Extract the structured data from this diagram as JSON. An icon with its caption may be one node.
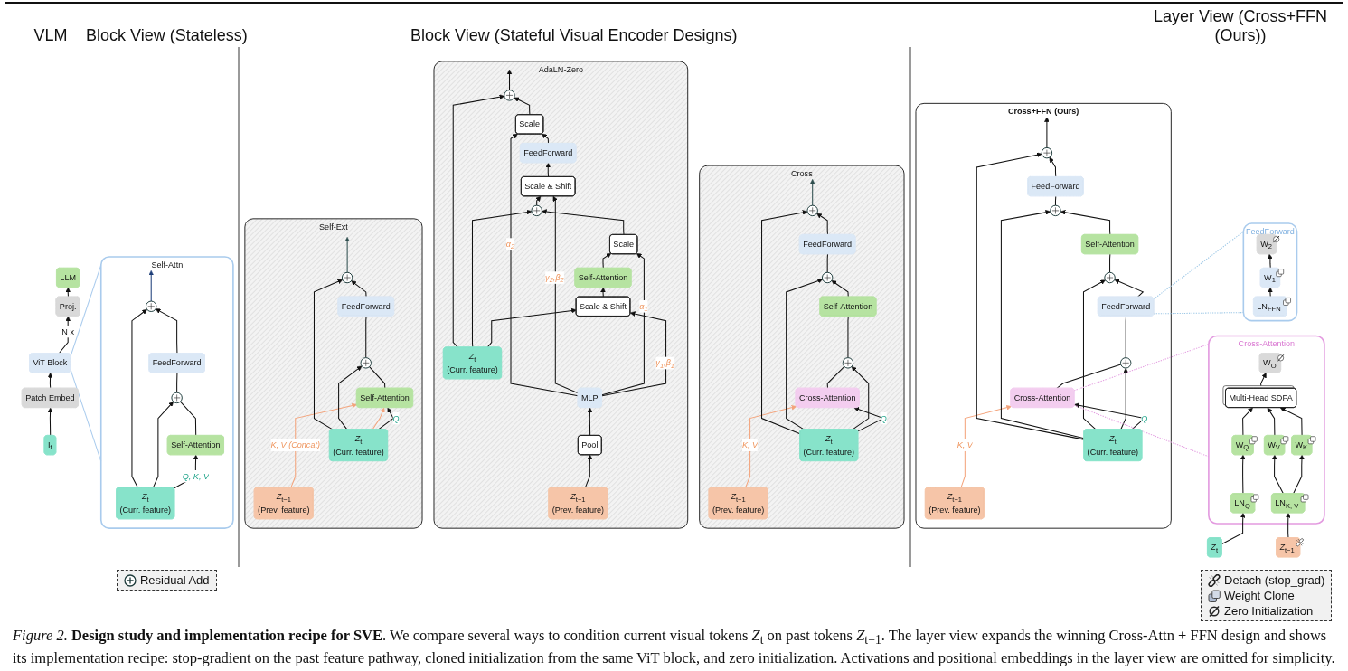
{
  "diagram": {
    "caption": "*Figure 2.* **Design study and implementation recipe for SVE**. We compare several ways to condition current visual tokens *Z*$_{t}$ on past tokens *Z*$_{t−1}$. The layer view expands the winning Cross-Attn + FFN design and shows its implementation recipe: stop-gradient on the past feature pathway, cloned initialization from the same ViT block, and zero initialization. Activations and positional embeddings in the layer view are omitted for simplicity.",
    "nodes": [
      {
        "text": [
          "LLM"
        ]
      },
      {
        "text": [
          "Proj."
        ]
      },
      {
        "text": [
          "ViT Block"
        ]
      },
      {
        "text": [
          "Patch Embed"
        ]
      },
      {
        "text": [
          "I$_{t}$"
        ]
      },
      {
        "text": [
          "Self-Attn"
        ]
      },
      {
        "text": [],
        "shape": "circle",
        "in": 5
      },
      {
        "text": [
          "FeedForward"
        ],
        "in": 5
      },
      {
        "text": [],
        "shape": "circle",
        "in": 5
      },
      {
        "text": [
          "Self-Attention"
        ],
        "in": 5
      },
      {
        "text": [
          "*Z*$_{t}$",
          "(Curr. feature)"
        ],
        "in": 5
      },
      {
        "text": [
          "Self-Ext"
        ]
      },
      {
        "text": [],
        "shape": "circle",
        "in": 11
      },
      {
        "text": [
          "FeedForward"
        ],
        "in": 11
      },
      {
        "text": [],
        "shape": "circle",
        "in": 11
      },
      {
        "text": [
          "Self-Attention"
        ],
        "in": 11
      },
      {
        "text": [
          "*Z*$_{t}$",
          "(Curr. feature)"
        ],
        "in": 11
      },
      {
        "text": [
          "*Z*$_{t−1}$",
          "(Prev. feature)"
        ],
        "in": 11
      },
      {
        "text": [
          "AdaLN-Zero"
        ]
      },
      {
        "text": [],
        "shape": "circle",
        "in": 18
      },
      {
        "text": [
          "Scale"
        ],
        "in": 18
      },
      {
        "text": [
          "FeedForward"
        ],
        "in": 18
      },
      {
        "text": [
          "Scale & Shift"
        ],
        "in": 18
      },
      {
        "text": [],
        "shape": "circle",
        "in": 18
      },
      {
        "text": [
          "Scale"
        ],
        "in": 18
      },
      {
        "text": [
          "Self-Attention"
        ],
        "in": 18
      },
      {
        "text": [
          "Scale & Shift"
        ],
        "in": 18
      },
      {
        "text": [
          "*Z*$_{t}$",
          "(Curr. feature)"
        ],
        "in": 18
      },
      {
        "text": [
          "MLP"
        ],
        "in": 18
      },
      {
        "text": [
          "*Z*$_{t−1}$",
          "(Prev. feature)"
        ],
        "in": 18
      },
      {
        "text": [
          "Pool"
        ],
        "in": 18
      },
      {
        "text": [
          "Cross"
        ]
      },
      {
        "text": [],
        "shape": "circle",
        "in": 31
      },
      {
        "text": [
          "FeedForward"
        ],
        "in": 31
      },
      {
        "text": [],
        "shape": "circle",
        "in": 31
      },
      {
        "text": [
          "Self-Attention"
        ],
        "in": 31
      },
      {
        "text": [],
        "shape": "circle",
        "in": 31
      },
      {
        "text": [
          "Cross-Attention"
        ],
        "in": 31
      },
      {
        "text": [
          "*Z*$_{t}$",
          "(Curr. feature)"
        ],
        "in": 31
      },
      {
        "text": [
          "*Z*$_{t−1}$",
          "(Prev. feature)"
        ],
        "in": 31
      },
      {
        "text": [
          "Cross+FFN (Ours)"
        ]
      },
      {
        "text": [],
        "shape": "circle",
        "in": 40
      },
      {
        "text": [
          "FeedForward"
        ],
        "in": 40
      },
      {
        "text": [],
        "shape": "circle",
        "in": 40
      },
      {
        "text": [
          "Self-Attention"
        ],
        "in": 40
      },
      {
        "text": [],
        "shape": "circle",
        "in": 40
      },
      {
        "text": [
          "FeedForward"
        ],
        "in": 40
      },
      {
        "text": [],
        "shape": "circle",
        "in": 40
      },
      {
        "text": [
          "Cross-Attention"
        ],
        "in": 40
      },
      {
        "text": [
          "*Z*$_{t}$",
          "(Curr. feature)"
        ],
        "in": 40
      },
      {
        "text": [
          "*Z*$_{t−1}$",
          "(Prev. feature)"
        ],
        "in": 40
      },
      {
        "text": [
          "FeedForward"
        ]
      },
      {
        "text": [
          "W$_{2}$"
        ],
        "in": 51
      },
      {
        "text": [
          "W$_{1}$"
        ],
        "in": 51
      },
      {
        "text": [
          "LN$_{FFN}$"
        ],
        "in": 51
      },
      {
        "text": [
          "Cross-Attention"
        ]
      },
      {
        "text": [
          "W$_{O}$"
        ],
        "in": 55
      },
      {
        "text": [
          "Multi-Head SDPA"
        ],
        "in": 55
      },
      {
        "text": [
          "W$_{Q}$"
        ],
        "in": 55
      },
      {
        "text": [
          "W$_{K}$"
        ],
        "in": 55
      },
      {
        "text": [
          "W$_{V}$"
        ],
        "in": 55
      },
      {
        "text": [
          "LN$_{Q}$"
        ],
        "in": 55
      },
      {
        "text": [
          "LN$_{K, V}$"
        ],
        "in": 55
      },
      {
        "text": [
          "*Z*$_{t}$"
        ]
      },
      {
        "text": [
          "*Z*$_{t−1}$"
        ]
      }
    ],
    "edges": [
      {
        "from": 4,
        "to": 3,
        "arrow": "to"
      },
      {
        "from": 3,
        "to": 2,
        "arrow": "to"
      },
      {
        "from": 2,
        "to": 1,
        "arrow": "to",
        "label": "N x"
      },
      {
        "from": 1,
        "to": 0,
        "arrow": "to"
      },
      {
        "from": 2,
        "to": 5,
        "arrow": "none",
        "color": "#a9cbed"
      },
      {
        "from": 2,
        "to": 5,
        "arrow": "none",
        "color": "#a9cbed"
      },
      {
        "from": 6,
        "to": null,
        "arrow": "to",
        "color": "#1f3f7a"
      },
      {
        "from": 7,
        "to": 6,
        "arrow": "to"
      },
      {
        "from": 8,
        "to": 7,
        "arrow": "none"
      },
      {
        "from": 9,
        "to": 8,
        "arrow": "none"
      },
      {
        "from": 10,
        "to": 9,
        "arrow": "to",
        "label": "Q, K, V"
      },
      {
        "from": 10,
        "to": 8,
        "arrow": "to"
      },
      {
        "from": 10,
        "to": 6,
        "arrow": "to"
      },
      {
        "from": 12,
        "to": null,
        "arrow": "to",
        "color": "#2f4f4f"
      },
      {
        "from": 13,
        "to": 12,
        "arrow": "to"
      },
      {
        "from": 14,
        "to": 13,
        "arrow": "none"
      },
      {
        "from": 15,
        "to": 14,
        "arrow": "none"
      },
      {
        "from": 16,
        "to": 15,
        "arrow": "to",
        "label": "Q"
      },
      {
        "from": 16,
        "to": 15,
        "arrow": "to",
        "color": "#f4a47c"
      },
      {
        "from": 17,
        "to": 15,
        "arrow": "to",
        "color": "#f4a47c",
        "label": "K, V (Concat)"
      },
      {
        "from": 16,
        "to": 14,
        "arrow": "to"
      },
      {
        "from": 16,
        "to": 12,
        "arrow": "to"
      },
      {
        "from": 19,
        "to": null,
        "arrow": "to"
      },
      {
        "from": 20,
        "to": 19,
        "arrow": "to"
      },
      {
        "from": 21,
        "to": 20,
        "arrow": "to"
      },
      {
        "from": 22,
        "to": 21,
        "arrow": "to"
      },
      {
        "from": 23,
        "to": 22,
        "arrow": "to"
      },
      {
        "from": 24,
        "to": 23,
        "arrow": "to"
      },
      {
        "from": 25,
        "to": 24,
        "arrow": "to"
      },
      {
        "from": 26,
        "to": 25,
        "arrow": "to"
      },
      {
        "from": 27,
        "to": 26,
        "arrow": "to"
      },
      {
        "from": 27,
        "to": 23,
        "arrow": "to"
      },
      {
        "from": 27,
        "to": 19,
        "arrow": "to"
      },
      {
        "from": 29,
        "to": 30,
        "arrow": "to"
      },
      {
        "from": 30,
        "to": 28,
        "arrow": "to"
      },
      {
        "from": 28,
        "to": 26,
        "arrow": "to",
        "label": "γ$_{1}$,β$_{1}$"
      },
      {
        "from": 28,
        "to": 24,
        "arrow": "to",
        "label": "α$_{1}$"
      },
      {
        "from": 28,
        "to": 22,
        "arrow": "to",
        "label": "γ$_{2}$,β$_{2}$"
      },
      {
        "from": 28,
        "to": 20,
        "arrow": "to",
        "label": "α$_{2}$"
      },
      {
        "from": 32,
        "to": null,
        "arrow": "to",
        "color": "#2f4f4f"
      },
      {
        "from": 33,
        "to": 32,
        "arrow": "to"
      },
      {
        "from": 34,
        "to": 33,
        "arrow": "none"
      },
      {
        "from": 35,
        "to": 34,
        "arrow": "to"
      },
      {
        "from": 36,
        "to": 35,
        "arrow": "none"
      },
      {
        "from": 37,
        "to": 36,
        "arrow": "none"
      },
      {
        "from": 38,
        "to": 37,
        "arrow": "to",
        "label": "Q"
      },
      {
        "from": 39,
        "to": 37,
        "arrow": "to",
        "color": "#f4a47c",
        "label": "K, V"
      },
      {
        "from": 38,
        "to": 36,
        "arrow": "to"
      },
      {
        "from": 38,
        "to": 34,
        "arrow": "to"
      },
      {
        "from": 38,
        "to": 32,
        "arrow": "to"
      },
      {
        "from": 41,
        "to": null,
        "arrow": "to"
      },
      {
        "from": 42,
        "to": 41,
        "arrow": "to"
      },
      {
        "from": 43,
        "to": 42,
        "arrow": "none"
      },
      {
        "from": 44,
        "to": 43,
        "arrow": "to"
      },
      {
        "from": 45,
        "to": 44,
        "arrow": "none"
      },
      {
        "from": 46,
        "to": 45,
        "arrow": "to"
      },
      {
        "from": 47,
        "to": 46,
        "arrow": "none"
      },
      {
        "from": 48,
        "to": 47,
        "arrow": "none"
      },
      {
        "from": 49,
        "to": 48,
        "arrow": "to",
        "label": "Q"
      },
      {
        "from": 50,
        "to": 48,
        "arrow": "to",
        "color": "#f4a47c",
        "label": "K, V"
      },
      {
        "from": 49,
        "to": 47,
        "arrow": "to"
      },
      {
        "from": 49,
        "to": 45,
        "arrow": "to"
      },
      {
        "from": 49,
        "to": 43,
        "arrow": "to"
      },
      {
        "from": 49,
        "to": 41,
        "arrow": "to"
      },
      {
        "from": 46,
        "to": 51,
        "arrow": "none",
        "style": "dashed",
        "color": "#9cc7e6"
      },
      {
        "from": 46,
        "to": 51,
        "arrow": "none",
        "style": "dashed",
        "color": "#9cc7e6"
      },
      {
        "from": 48,
        "to": 55,
        "arrow": "none",
        "style": "dashed",
        "color": "#e39be0"
      },
      {
        "from": 48,
        "to": 55,
        "arrow": "none",
        "style": "dashed",
        "color": "#e39be0"
      },
      {
        "from": 54,
        "to": 53,
        "arrow": "to"
      },
      {
        "from": 53,
        "to": 52,
        "arrow": "to"
      },
      {
        "from": 57,
        "to": 56,
        "arrow": "to"
      },
      {
        "from": 58,
        "to": 57,
        "arrow": "to"
      },
      {
        "from": 59,
        "to": 57,
        "arrow": "to"
      },
      {
        "from": 60,
        "to": 57,
        "arrow": "to"
      },
      {
        "from": 61,
        "to": 58,
        "arrow": "to"
      },
      {
        "from": 62,
        "to": 59,
        "arrow": "to"
      },
      {
        "from": 62,
        "to": 60,
        "arrow": "to"
      },
      {
        "from": 63,
        "to": 61,
        "arrow": "to"
      },
      {
        "from": 64,
        "to": 62,
        "arrow": "to"
      }
    ],
    "labels": [
      "VLM",
      "Block View (Stateless)",
      "Block View (Stateful Visual Encoder Designs)",
      "Layer View (Cross+FFN (Ours))"
    ],
    "legend": [
      {
        "text": "Residual Add"
      },
      {
        "text": "Detach (stop_grad)"
      },
      {
        "text": "Weight Clone"
      },
      {
        "text": "Zero Initialization"
      }
    ]
  }
}
